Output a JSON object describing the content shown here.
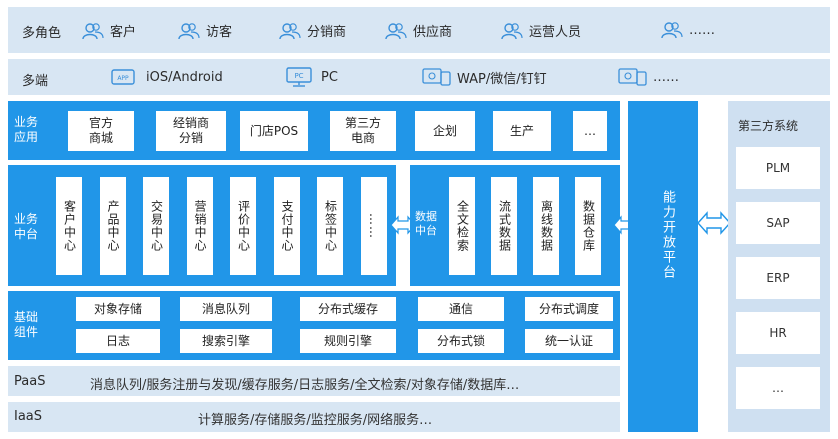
{
  "roles": {
    "label": "多角色",
    "items": [
      "客户",
      "访客",
      "分销商",
      "供应商",
      "运营人员",
      "……"
    ]
  },
  "ends": {
    "label": "多端",
    "items": [
      {
        "icon_name": "app-icon",
        "icon_text": "APP",
        "label": "iOS/Android"
      },
      {
        "icon_name": "pc-icon",
        "icon_text": "PC",
        "label": "PC"
      },
      {
        "icon_name": "wap-icon",
        "icon_text": "",
        "label": "WAP/微信/钉钉"
      },
      {
        "icon_name": "device-icon",
        "icon_text": "",
        "label": "……"
      }
    ]
  },
  "business_apps": {
    "label_line1": "业务",
    "label_line2": "应用",
    "items": [
      {
        "line1": "官方",
        "line2": "商城"
      },
      {
        "line1": "经销商",
        "line2": "分销"
      },
      {
        "line1": "门店POS",
        "line2": ""
      },
      {
        "line1": "第三方",
        "line2": "电商"
      },
      {
        "line1": "企划",
        "line2": ""
      },
      {
        "line1": "生产",
        "line2": ""
      },
      {
        "line1": "…",
        "line2": ""
      }
    ]
  },
  "business_middle": {
    "label_line1": "业务",
    "label_line2": "中台",
    "items": [
      "客户中心",
      "产品中心",
      "交易中心",
      "营销中心",
      "评价中心",
      "支付中心",
      "标签中心",
      "……"
    ]
  },
  "data_middle": {
    "label_line1": "数据",
    "label_line2": "中台",
    "items": [
      "全文检索",
      "流式数据",
      "离线数据",
      "数据仓库"
    ]
  },
  "base_components": {
    "label_line1": "基础",
    "label_line2": "组件",
    "row1": [
      "对象存储",
      "消息队列",
      "分布式缓存",
      "通信",
      "分布式调度"
    ],
    "row2": [
      "日志",
      "搜索引擎",
      "规则引擎",
      "分布式锁",
      "统一认证"
    ]
  },
  "paas": {
    "label": "PaaS",
    "text": "消息队列/服务注册与发现/缓存服务/日志服务/全文检索/对象存储/数据库…"
  },
  "iaas": {
    "label": "IaaS",
    "text": "计算服务/存储服务/监控服务/网络服务…"
  },
  "open_platform": {
    "label": "能力开放平台"
  },
  "third_party": {
    "title": "第三方系统",
    "items": [
      "PLM",
      "SAP",
      "ERP",
      "HR",
      "…"
    ]
  },
  "colors": {
    "primary_blue": "#2196e8",
    "light_band": "#d8e6f3",
    "panel_blue": "#cfe0f1"
  }
}
